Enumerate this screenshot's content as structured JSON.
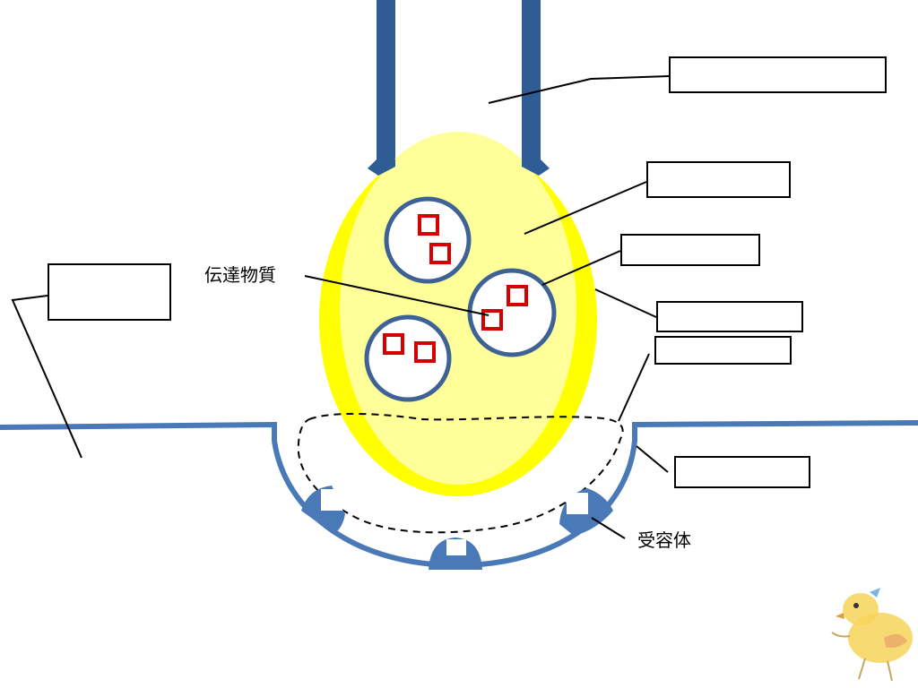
{
  "labels": {
    "transmitter": "伝達物質",
    "receptor": "受容体"
  },
  "blank_boxes": [
    {
      "id": "axon",
      "value": ""
    },
    {
      "id": "terminal",
      "value": ""
    },
    {
      "id": "vesicle",
      "value": ""
    },
    {
      "id": "membrane",
      "value": ""
    },
    {
      "id": "cleft",
      "value": ""
    },
    {
      "id": "postsynaptic-membrane",
      "value": ""
    },
    {
      "id": "postsynaptic-cell",
      "value": ""
    }
  ],
  "colors": {
    "axon_wall": "#2F5C94",
    "terminal_outer": "#FFFF00",
    "terminal_inner": "#FFFF99",
    "vesicle_ring": "#3F6296",
    "transmitter": "#D40000",
    "postsynaptic_line": "#4A79B8",
    "receptor_fill": "#4A79B8"
  },
  "decoration": "chick-illustration"
}
